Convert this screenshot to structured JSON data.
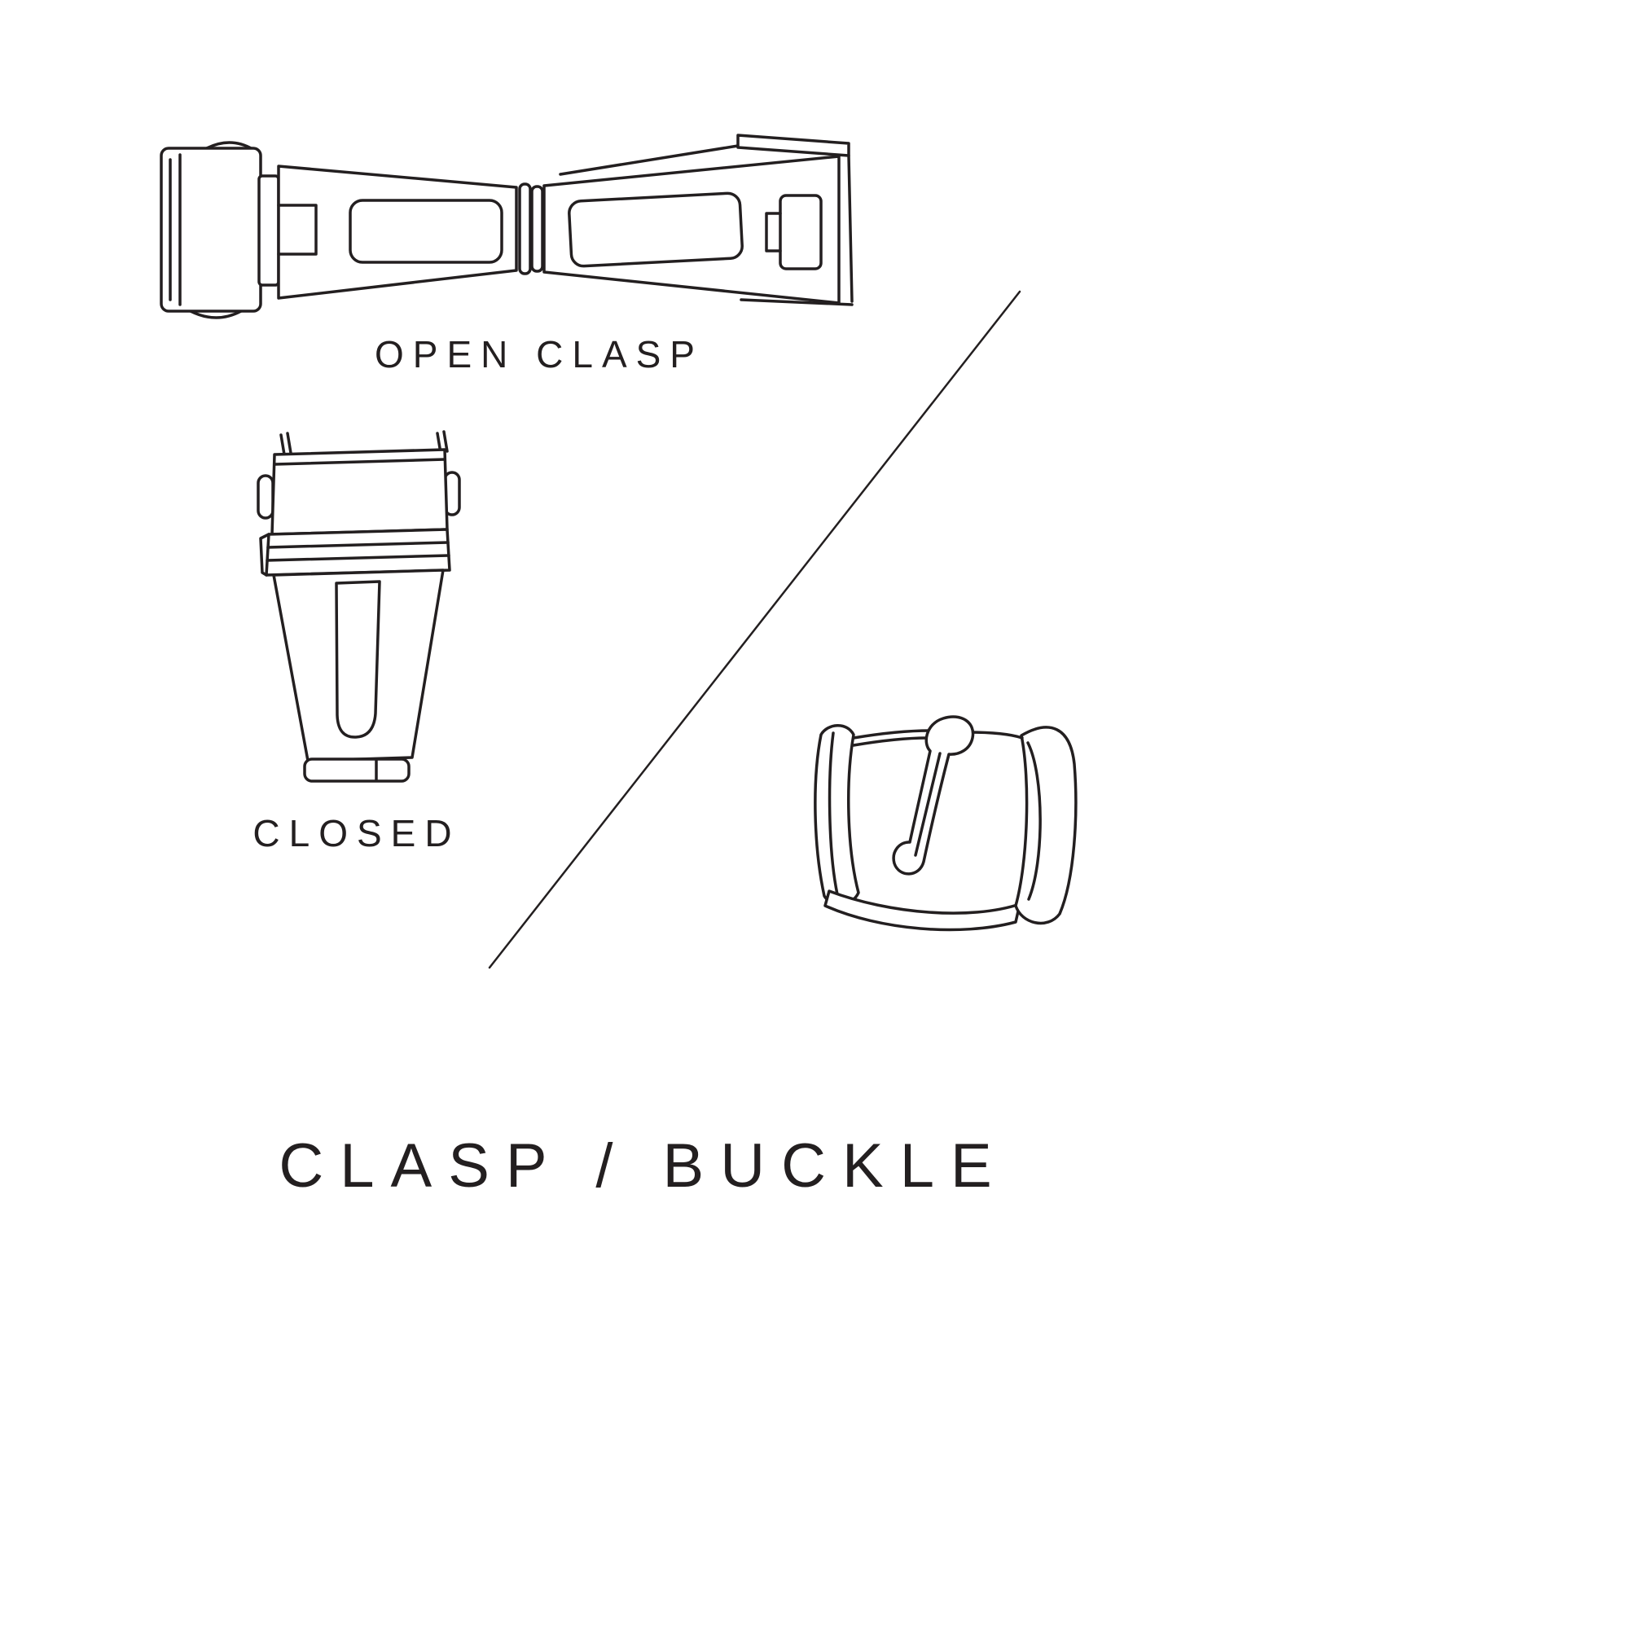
{
  "page": {
    "background_color": "#ffffff",
    "line_color": "#231f20",
    "description": "Line-art diagram of watch strap closures: an open deployant clasp, a closed clasp, and a tang buckle, separated by a diagonal divider."
  },
  "title": {
    "text": "CLASP / BUCKLE"
  },
  "figures": [
    {
      "id": "open-clasp-illustration",
      "label": "OPEN CLASP"
    },
    {
      "id": "closed-clasp-illustration",
      "label": "CLOSED"
    },
    {
      "id": "tang-buckle-illustration",
      "label": ""
    }
  ]
}
